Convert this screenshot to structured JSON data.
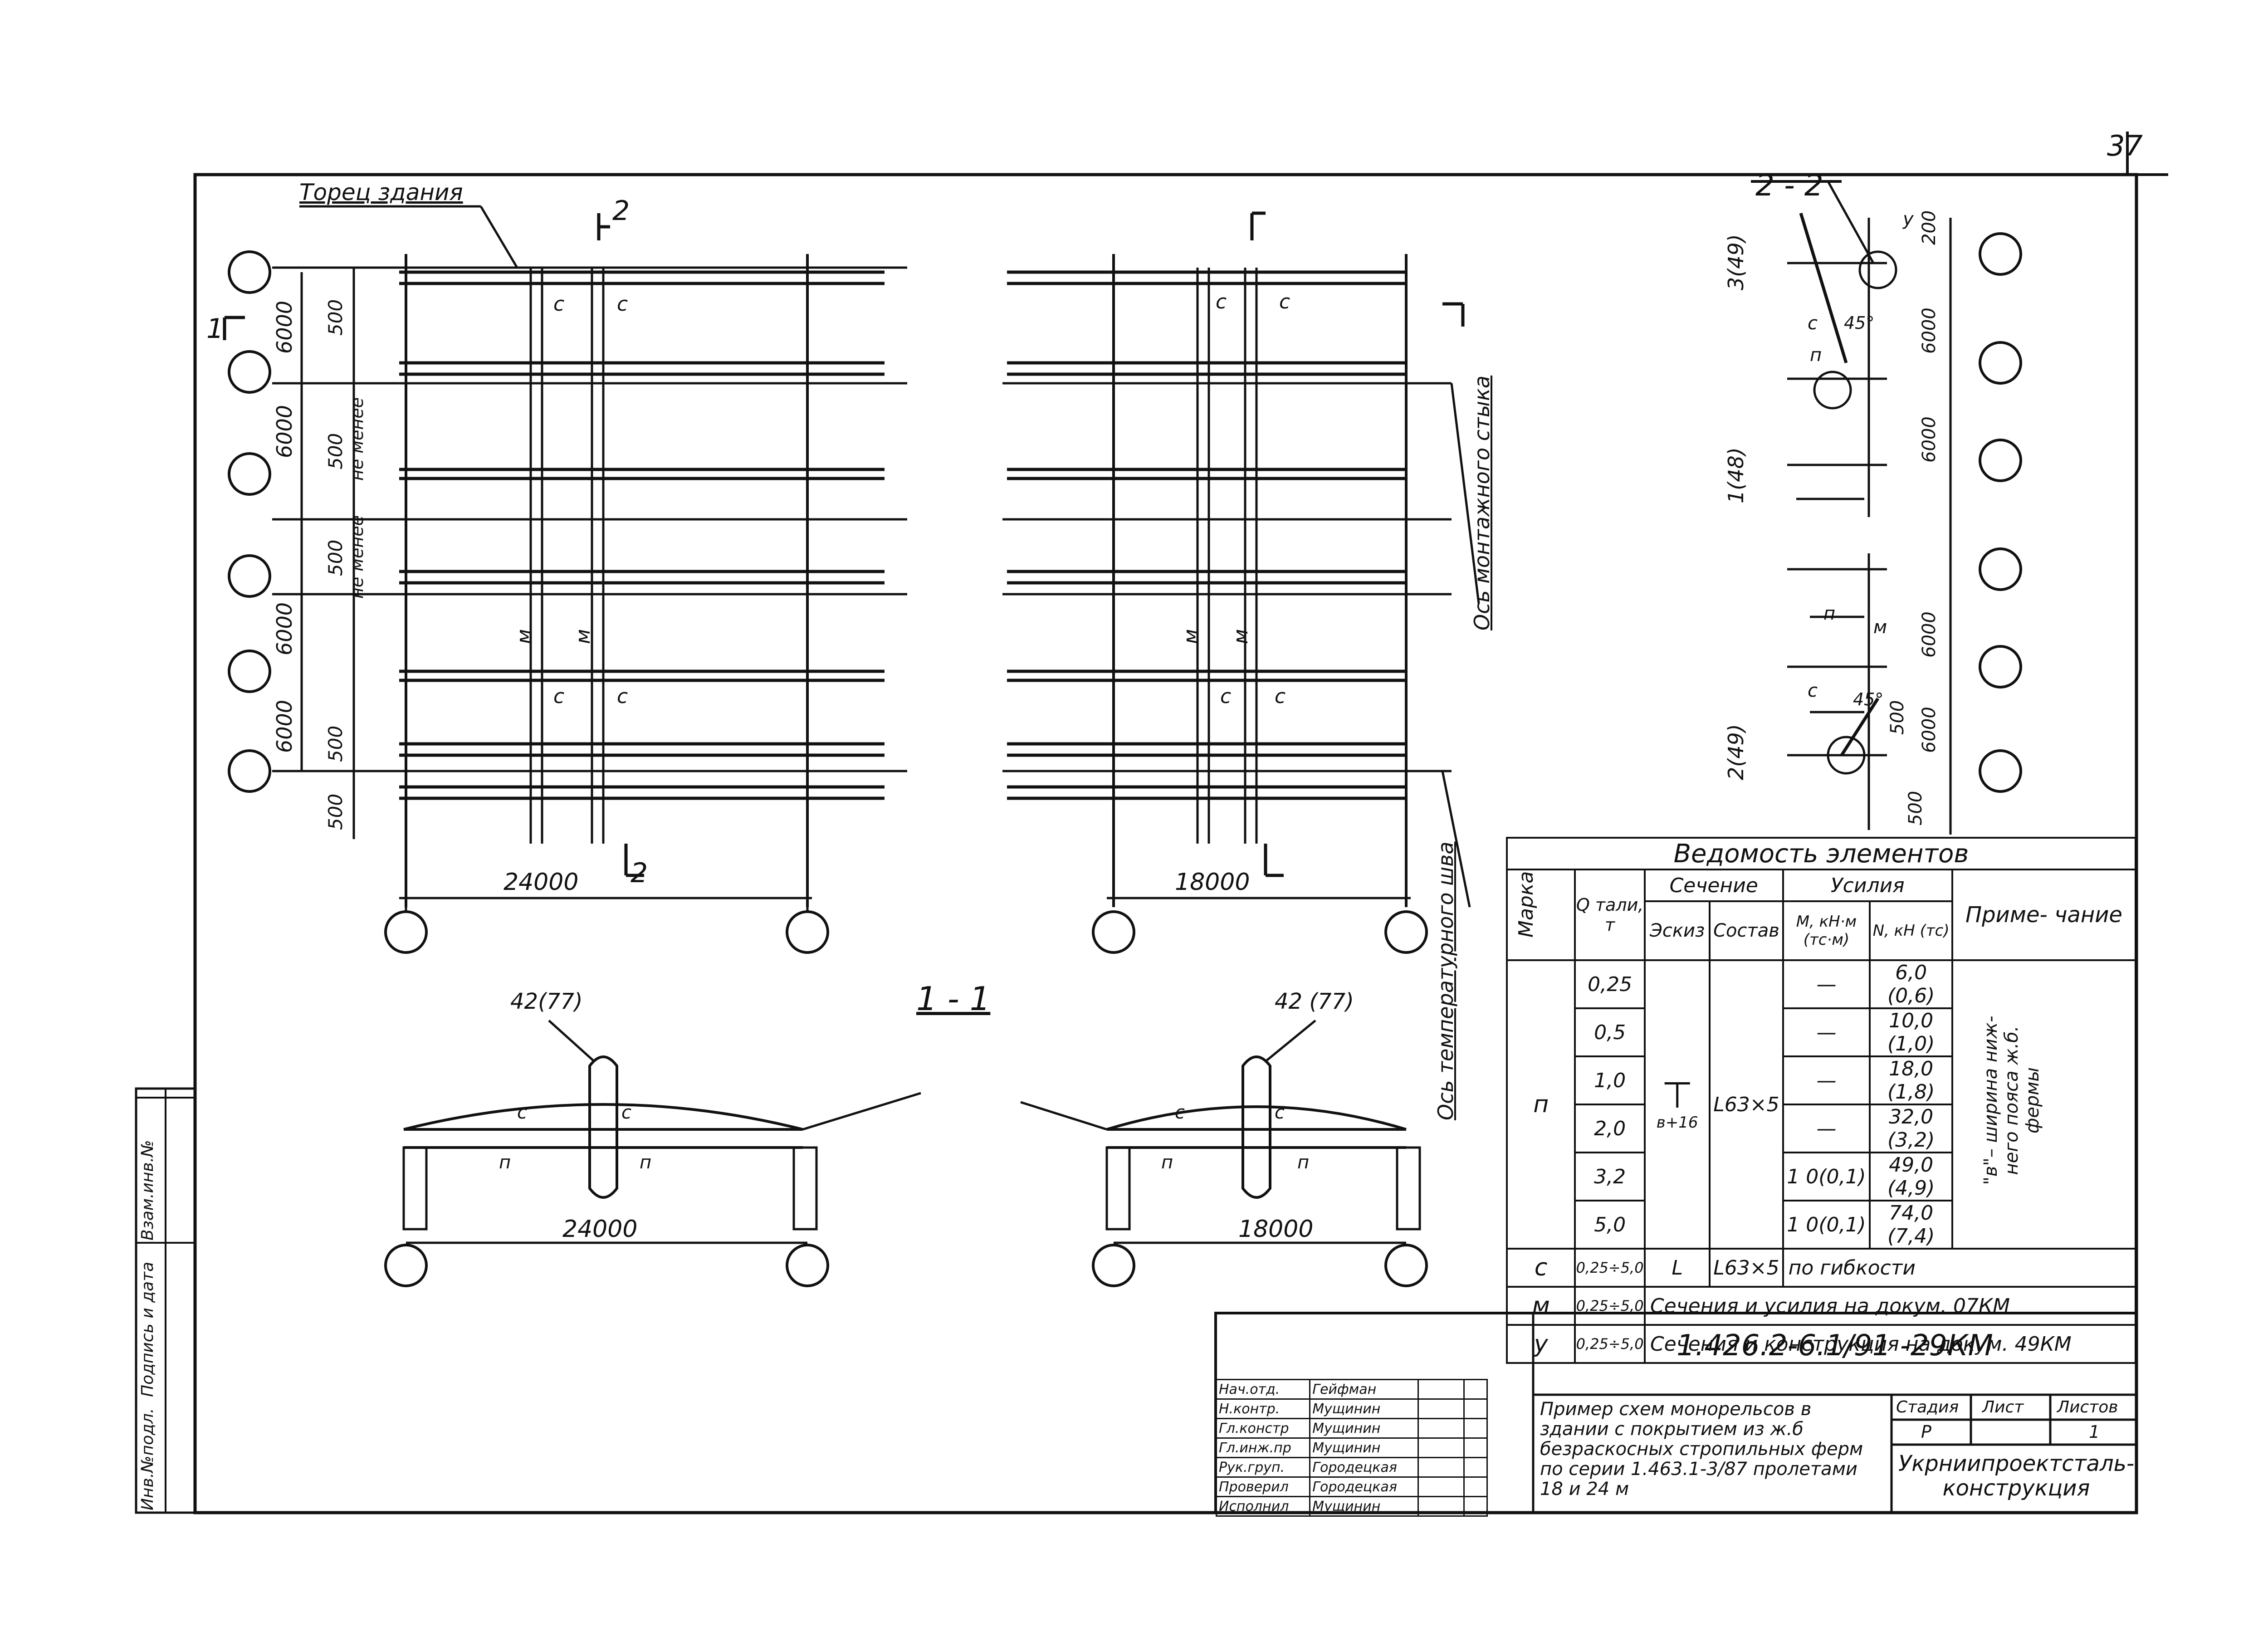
{
  "sheet": {
    "number": "37",
    "doc_code": "1.426.2-6.1/91 -29КМ"
  },
  "plan": {
    "building_end": "Торец здания",
    "section_mark_1": "1",
    "section_mark_2": "2",
    "dims_left_outer": [
      "6000",
      "6000",
      "6000",
      "6000"
    ],
    "dims_left_inner": [
      "500",
      "500",
      "не менее",
      "500",
      "не менее",
      "500",
      "500"
    ],
    "left_span": "24000",
    "right_span": "18000",
    "labels_c": "с",
    "labels_m": "м",
    "axis_assembly": "Ось монтажного стыка",
    "axis_temp": "Ось температурного шва"
  },
  "section_1_1": {
    "title": "1 - 1",
    "left_callout": "42(77)",
    "right_callout": "42 (77)",
    "left_span": "24000",
    "right_span": "18000",
    "c": "с",
    "p": "п"
  },
  "section_2_2": {
    "title": "2 - 2",
    "callouts": [
      "3(49)",
      "1(48)",
      "2(49)"
    ],
    "dims_top": [
      "200",
      "6000",
      "6000"
    ],
    "dims_bottom": [
      "6000",
      "6000",
      "500",
      "500"
    ],
    "angle": "45°",
    "labels": [
      "с",
      "п",
      "у",
      "м"
    ]
  },
  "vedomost": {
    "title": "Ведомость элементов",
    "headers": {
      "marka": "Марка",
      "q": "Q тали, т",
      "sechenie": "Сечение",
      "eskiz": "Эскиз",
      "sostav": "Состав",
      "usiliya": "Усилия",
      "m": "М, кН·м (тс·м)",
      "n": "N, кН (тс)",
      "note": "Приме- чание"
    },
    "p_mark": "п",
    "p_rows": [
      {
        "q": "0,25",
        "m": "—",
        "n": "6,0 (0,6)"
      },
      {
        "q": "0,5",
        "m": "—",
        "n": "10,0 (1,0)"
      },
      {
        "q": "1,0",
        "m": "—",
        "n": "18,0 (1,8)"
      },
      {
        "q": "2,0",
        "m": "—",
        "n": "32,0 (3,2)"
      },
      {
        "q": "3,2",
        "m": "1 0(0,1)",
        "n": "49,0 (4,9)"
      },
      {
        "q": "5,0",
        "m": "1 0(0,1)",
        "n": "74,0 (7,4)"
      }
    ],
    "p_eskiz_label": "в+16",
    "p_sostav": "L63×5",
    "p_note": "\"в\"– ширина ниж- него пояса ж.б. фермы",
    "c_row": {
      "mark": "с",
      "q": "0,25÷5,0",
      "eskiz": "L",
      "sostav": "L63×5",
      "text": "по гибкости"
    },
    "m_row": {
      "mark": "м",
      "q": "0,25÷5,0",
      "text": "Сечения и усилия на докум. 07КМ"
    },
    "y_row": {
      "mark": "у",
      "q": "0,25÷5,0",
      "text": "Сечения и конструкция на докум. 49КМ"
    }
  },
  "stamp": {
    "roles": [
      {
        "role": "Нач.отд.",
        "name": "Гейфман"
      },
      {
        "role": "Н.контр.",
        "name": "Мущинин"
      },
      {
        "role": "Гл.констр",
        "name": "Мущинин"
      },
      {
        "role": "Гл.инж.пр",
        "name": "Мущинин"
      },
      {
        "role": "Рук.груп.",
        "name": "Городецкая"
      },
      {
        "role": "Проверил",
        "name": "Городецкая"
      },
      {
        "role": "Исполнил",
        "name": "Мущинин"
      }
    ],
    "title": "Пример схем монорельсов в здании с покрытием из ж.б безраскосных стропильных ферм по серии 1.463.1-3/87 пролетами 18 и 24 м",
    "stage_h": "Стадия",
    "sheet_h": "Лист",
    "sheets_h": "Листов",
    "stage": "Р",
    "sheets": "1",
    "org": "Укрниипроектсталь- конструкция"
  },
  "side_strip": [
    "Инв.№подл.",
    "Подпись и дата",
    "Взам.инв.№"
  ]
}
